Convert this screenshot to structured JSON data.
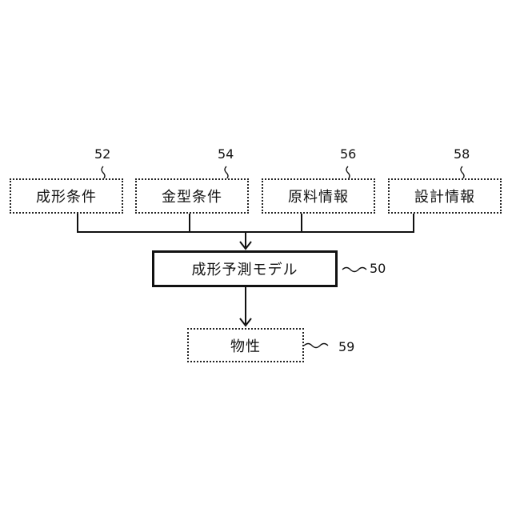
{
  "inputs": [
    {
      "label": "成形条件",
      "ref": "52"
    },
    {
      "label": "金型条件",
      "ref": "54"
    },
    {
      "label": "原料情報",
      "ref": "56"
    },
    {
      "label": "設計情報",
      "ref": "58"
    }
  ],
  "model": {
    "label": "成形予測モデル",
    "ref": "50"
  },
  "output": {
    "label": "物性",
    "ref": "59"
  }
}
